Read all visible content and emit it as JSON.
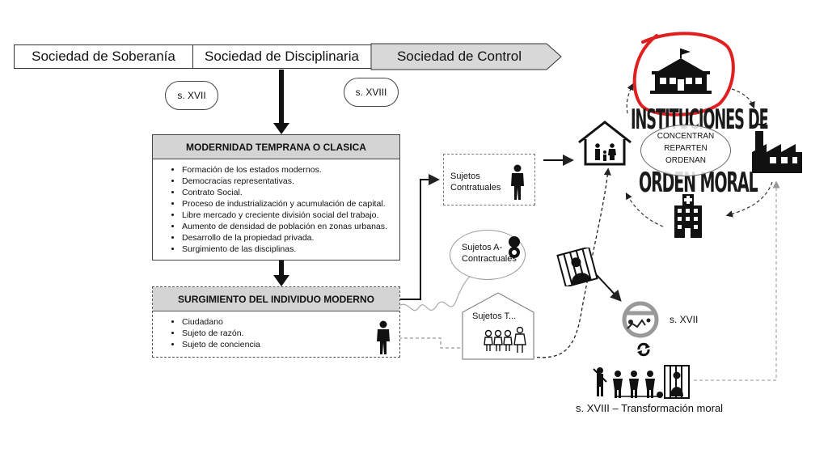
{
  "timeline": {
    "soberania": "Sociedad de Soberanía",
    "disciplinaria": "Sociedad de Disciplinaria",
    "control": "Sociedad de Control"
  },
  "periods": {
    "xvii": "s. XVII",
    "xviii": "s. XVIII"
  },
  "modernidad": {
    "title": "MODERNIDAD TEMPRANA O CLASICA",
    "items": [
      "Formación de los estados modernos.",
      "Democracias representativas.",
      "Contrato Social.",
      "Proceso de industrialización y acumulación de capital.",
      "Libre mercado y creciente división social del trabajo.",
      "Aumento de densidad de población en zonas urbanas.",
      "Desarrollo de la propiedad privada.",
      "Surgimiento de las disciplinas."
    ]
  },
  "individuo": {
    "title": "SURGIMIENTO DEL INDIVIDUO MODERNO",
    "items": [
      "Ciudadano",
      "Sujeto de razón.",
      "Sujeto de conciencia"
    ]
  },
  "sujetos": {
    "contractuales": "Sujetos Contratuales",
    "a_contractuales": "Sujetos A-Contractuales",
    "tutelados": "Sujetos T..."
  },
  "instituciones": {
    "title_line1": "INSTITUCIONES DE",
    "title_line2": "ORDEN MORAL",
    "verbs": [
      "CONCENTRAN",
      "REPARTEN",
      "ORDENAN"
    ]
  },
  "punishment": {
    "xvii_label": "s. XVII",
    "xviii_label": "s. XVIII – Transformación moral"
  },
  "icons": [
    "school-icon",
    "factory-icon",
    "hospital-icon",
    "house-family-icon",
    "prisoner-icon",
    "person-icon",
    "forbidden-icon",
    "cycle-icon",
    "chain-gang-icon"
  ],
  "colors": {
    "highlight": "#e02020",
    "header_gray": "#d4d4d4"
  }
}
